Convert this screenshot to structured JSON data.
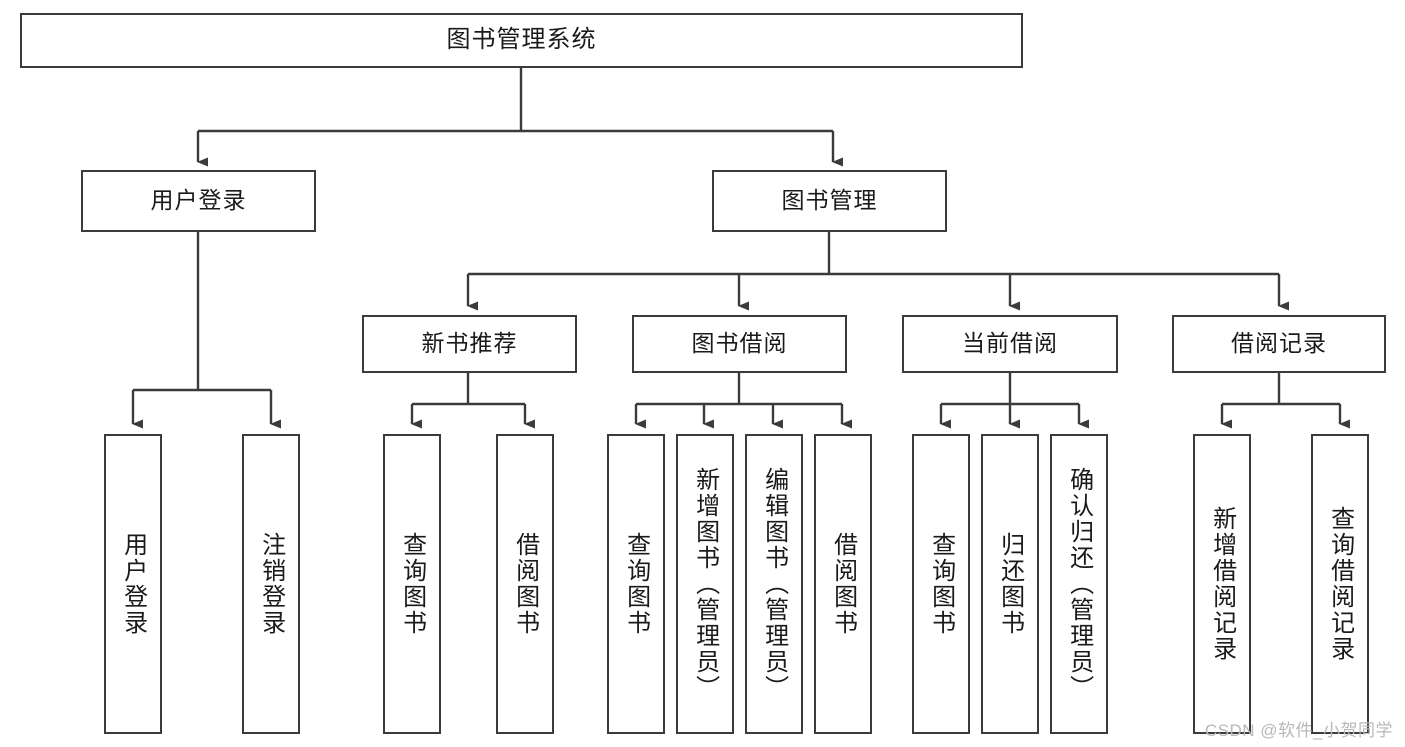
{
  "diagram": {
    "type": "hierarchy-tree",
    "title": "图书管理系统",
    "root": {
      "label": "图书管理系统"
    },
    "level2": [
      {
        "label": "用户登录"
      },
      {
        "label": "图书管理"
      }
    ],
    "level3": [
      {
        "label": "新书推荐"
      },
      {
        "label": "图书借阅"
      },
      {
        "label": "当前借阅"
      },
      {
        "label": "借阅记录"
      }
    ],
    "leaves": {
      "user_login": [
        {
          "label": "用户登录"
        },
        {
          "label": "注销登录"
        }
      ],
      "new_book_recommend": [
        {
          "label": "查询图书"
        },
        {
          "label": "借阅图书"
        }
      ],
      "book_borrow": [
        {
          "label": "查询图书"
        },
        {
          "label": "新增图书（管理员）"
        },
        {
          "label": "编辑图书（管理员）"
        },
        {
          "label": "借阅图书"
        }
      ],
      "current_borrow": [
        {
          "label": "查询图书"
        },
        {
          "label": "归还图书"
        },
        {
          "label": "确认归还（管理员）"
        }
      ],
      "borrow_record": [
        {
          "label": "新增借阅记录"
        },
        {
          "label": "查询借阅记录"
        }
      ]
    }
  },
  "watermark": {
    "text": "CSDN @软件_小贺同学"
  },
  "colors": {
    "border": "#3b3b3b",
    "background": "#ffffff",
    "text": "#1a1a1a",
    "watermark": "#b8b8b8"
  }
}
